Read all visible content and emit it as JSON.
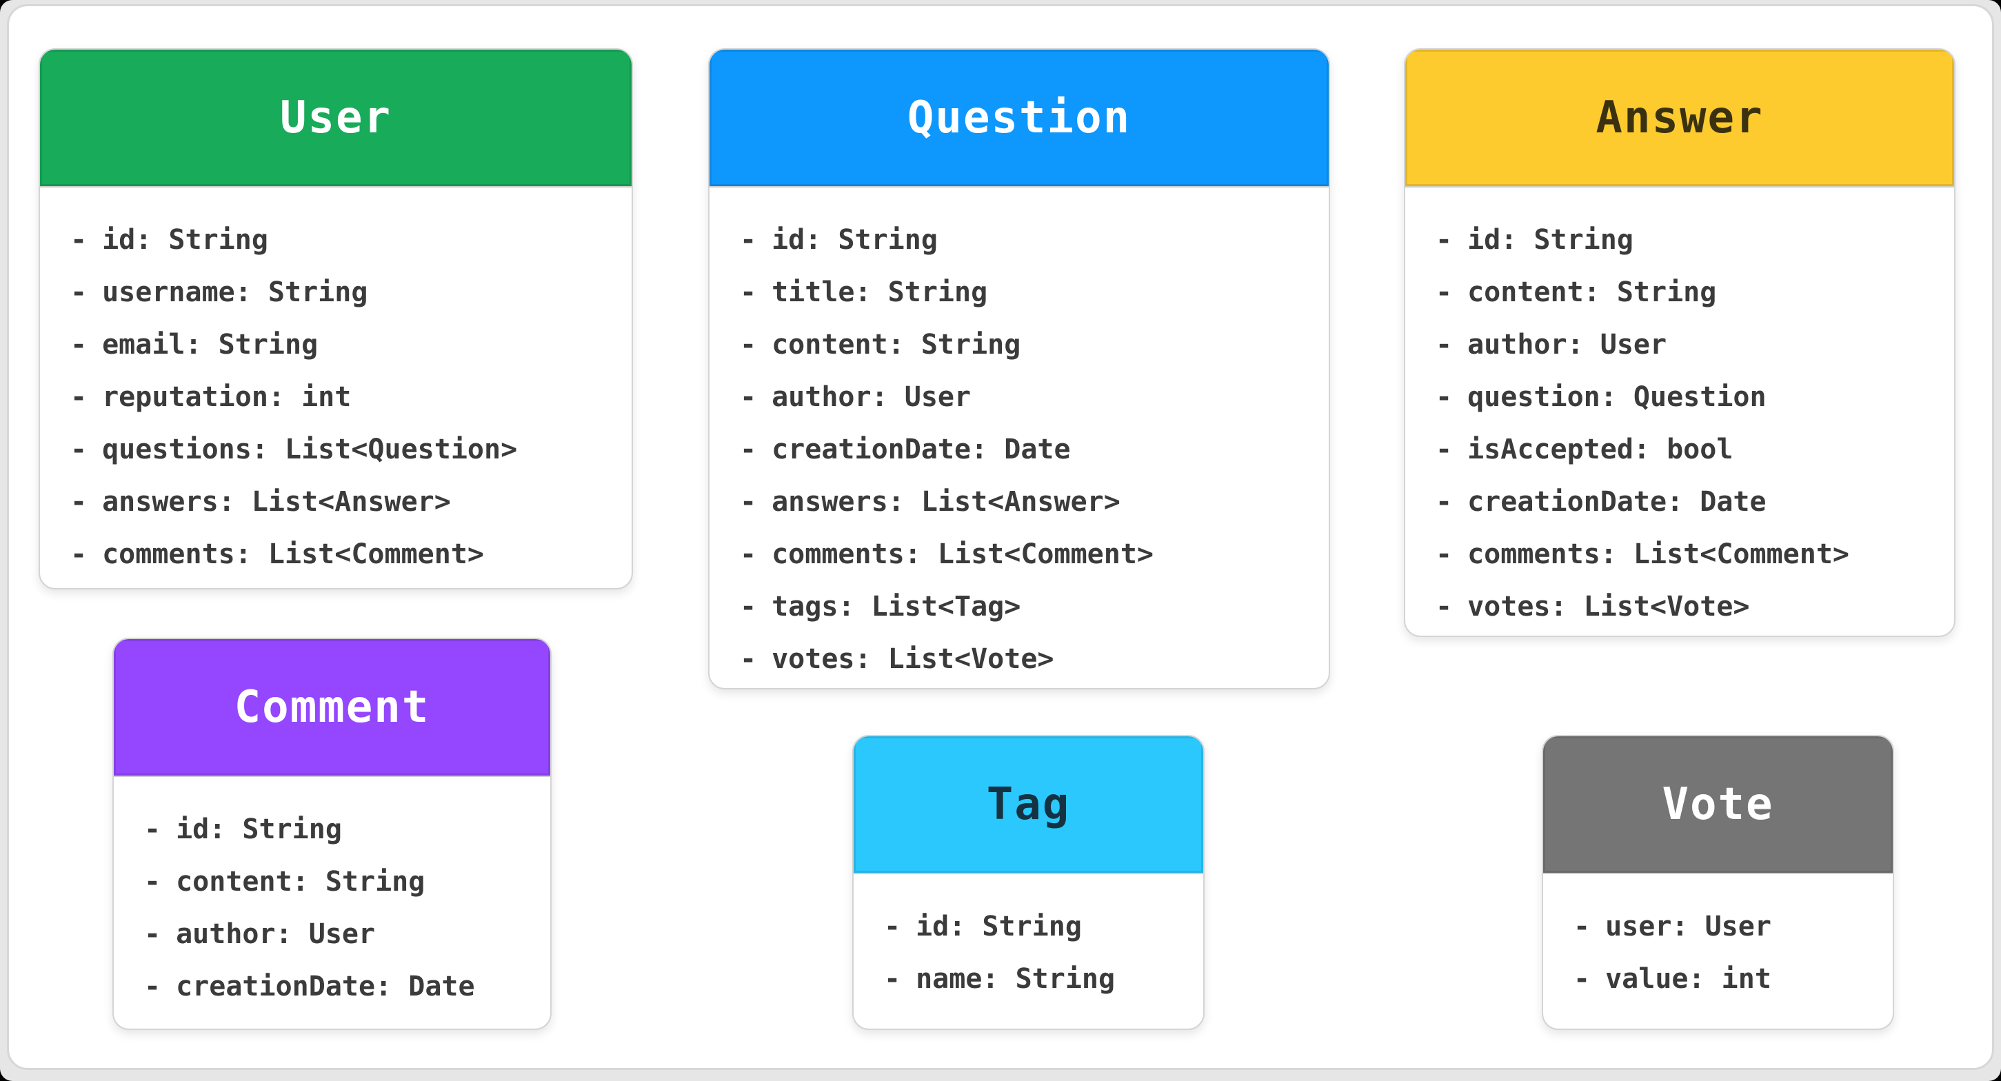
{
  "diagram": {
    "bullet_char": "-",
    "page_background": "#ffffff",
    "frame_background": "#e6e6e6",
    "frame_border_color": "#d7d7d7",
    "card_border_color": "#d4d4d4",
    "attribute_text_color": "#3b3b3b",
    "classes": [
      {
        "name": "User",
        "header_color": "#17ab5a",
        "title_color": "#ffffff",
        "attributes": [
          "id: String",
          "username: String",
          "email: String",
          "reputation: int",
          "questions: List<Question>",
          "answers: List<Answer>",
          "comments: List<Comment>"
        ]
      },
      {
        "name": "Question",
        "header_color": "#0e97fd",
        "title_color": "#ffffff",
        "attributes": [
          "id: String",
          "title: String",
          "content: String",
          "author: User",
          "creationDate: Date",
          "answers: List<Answer>",
          "comments: List<Comment>",
          "tags: List<Tag>",
          "votes: List<Vote>"
        ]
      },
      {
        "name": "Answer",
        "header_color": "#fdcb2e",
        "title_color": "#3a3110",
        "attributes": [
          "id: String",
          "content: String",
          "author: User",
          "question: Question",
          "isAccepted: bool",
          "creationDate: Date",
          "comments: List<Comment>",
          "votes: List<Vote>"
        ]
      },
      {
        "name": "Comment",
        "header_color": "#9447fe",
        "title_color": "#ffffff",
        "attributes": [
          "id: String",
          "content: String",
          "author: User",
          "creationDate: Date"
        ]
      },
      {
        "name": "Tag",
        "header_color": "#2bc8fe",
        "title_color": "#143241",
        "attributes": [
          "id: String",
          "name: String"
        ]
      },
      {
        "name": "Vote",
        "header_color": "#757575",
        "title_color": "#ffffff",
        "attributes": [
          "user: User",
          "value: int"
        ]
      }
    ]
  }
}
